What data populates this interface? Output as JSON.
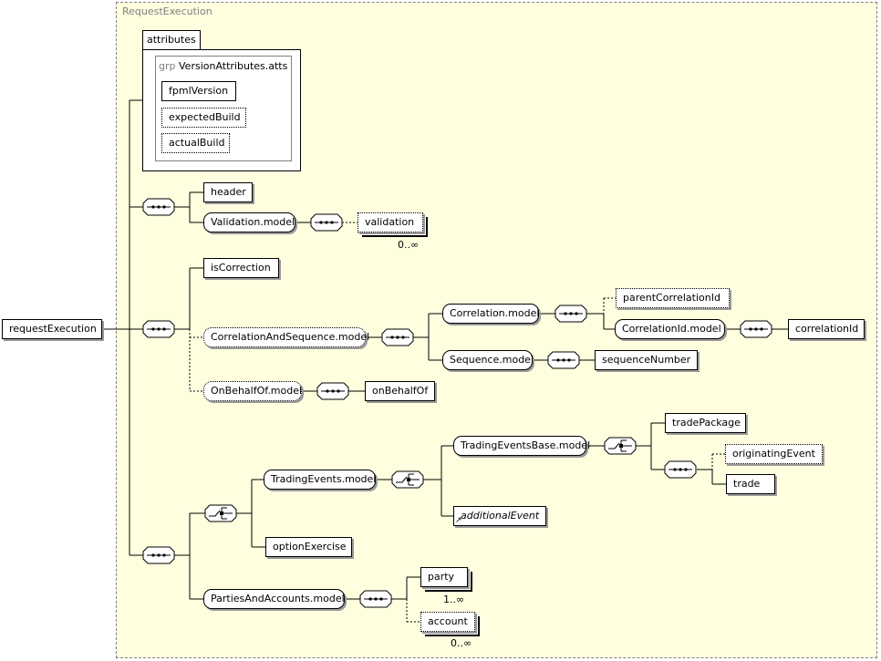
{
  "root": {
    "name": "requestExecution"
  },
  "complex_type": {
    "name": "RequestExecution"
  },
  "attributes": {
    "tab_label": "attributes",
    "group_keyword": "grp",
    "group_name": "VersionAttributes.atts",
    "items": [
      {
        "name": "fpmlVersion",
        "optional": false
      },
      {
        "name": "expectedBuild",
        "optional": true
      },
      {
        "name": "actualBuild",
        "optional": true
      }
    ]
  },
  "nodes": {
    "header": "header",
    "validation_model": "Validation.model",
    "validation": "validation",
    "validation_card": "0..∞",
    "is_correction": "isCorrection",
    "correlation_and_sequence_model": "CorrelationAndSequence.model",
    "correlation_model": "Correlation.model",
    "parent_correlation_id": "parentCorrelationId",
    "correlation_id_model": "CorrelationId.model",
    "correlation_id": "correlationId",
    "sequence_model": "Sequence.model",
    "sequence_number": "sequenceNumber",
    "on_behalf_of_model": "OnBehalfOf.model",
    "on_behalf_of": "onBehalfOf",
    "trading_events_model": "TradingEvents.model",
    "trading_events_base_model": "TradingEventsBase.model",
    "trade_package": "tradePackage",
    "originating_event": "originatingEvent",
    "trade": "trade",
    "additional_event": "additionalEvent",
    "option_exercise": "optionExercise",
    "parties_and_accounts_model": "PartiesAndAccounts.model",
    "party": "party",
    "party_card": "1..∞",
    "account": "account",
    "account_card": "0..∞"
  }
}
